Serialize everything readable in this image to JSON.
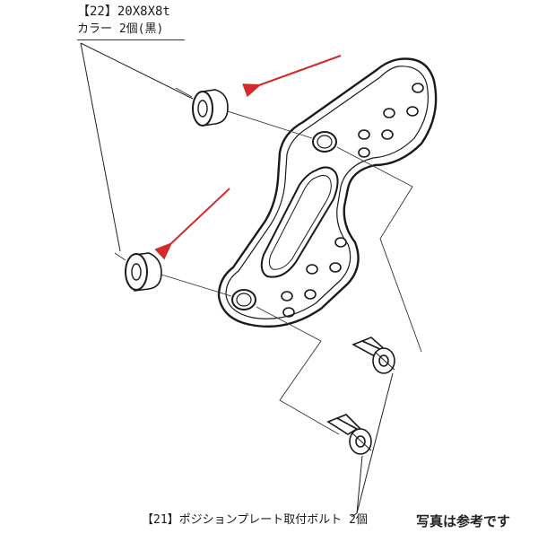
{
  "parts": {
    "part22": {
      "number": "【22】20X8X8t",
      "description": "カラー 2個(黒)"
    },
    "part21": {
      "label": "【21】ポジションプレート取付ボルト 2個"
    }
  },
  "note": "写真は参考です",
  "colors": {
    "line": "#1a1a1a",
    "arrow": "#d42a2a",
    "background": "#ffffff"
  }
}
